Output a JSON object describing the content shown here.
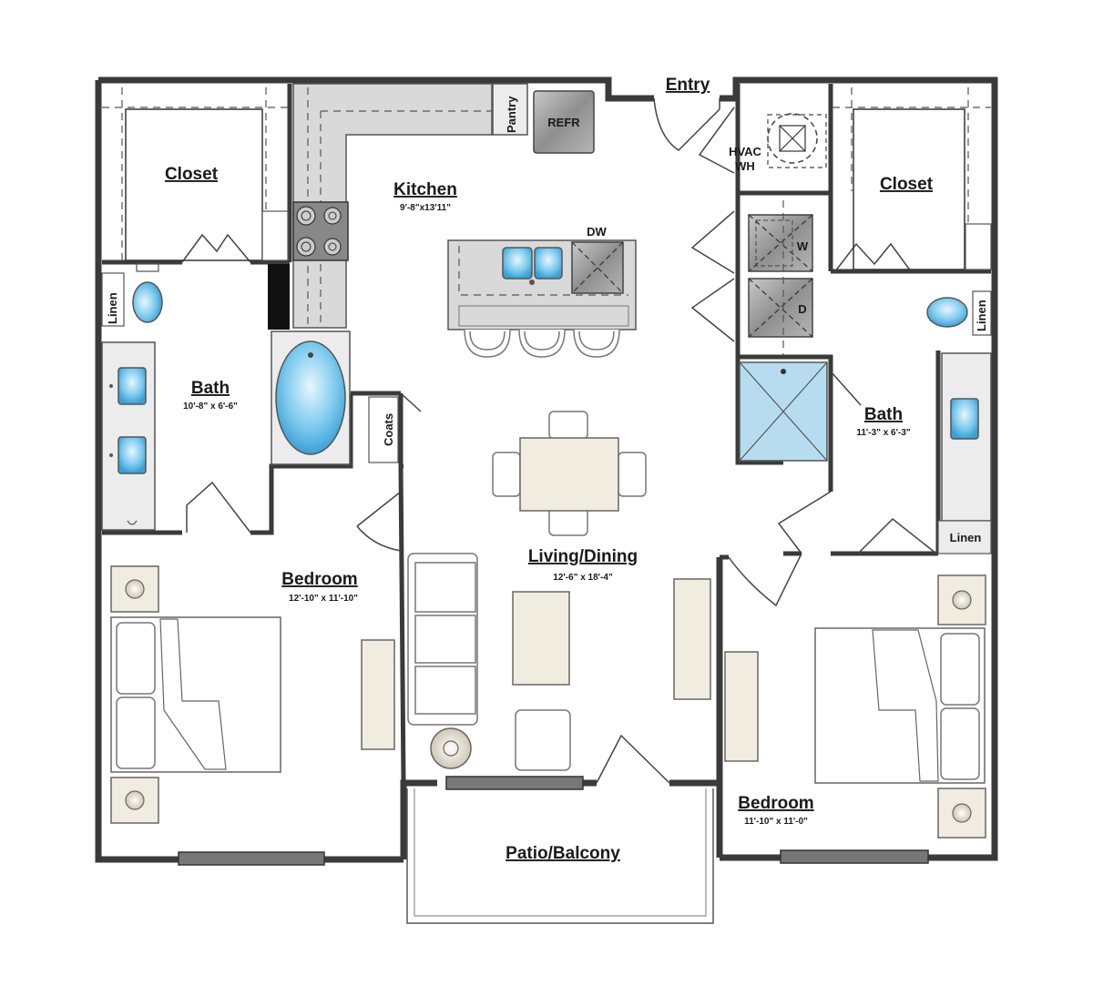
{
  "rooms": {
    "closet_left": "Closet",
    "closet_right": "Closet",
    "kitchen": "Kitchen",
    "kitchen_dim": "9'-8\"x13'11\"",
    "entry": "Entry",
    "bath_left": "Bath",
    "bath_left_dim": "10'-8\" x 6'-6\"",
    "bath_right": "Bath",
    "bath_right_dim": "11'-3\" x 6'-3\"",
    "living": "Living/Dining",
    "living_dim": "12'-6\"  x  18'-4\"",
    "bedroom_left": "Bedroom",
    "bedroom_left_dim": "12'-10\" x 11'-10\"",
    "bedroom_right": "Bedroom",
    "bedroom_right_dim": "11'-10\" x 11'-0\"",
    "patio": "Patio/Balcony"
  },
  "labels": {
    "pantry": "Pantry",
    "refr": "REFR",
    "dw": "DW",
    "hvac": "HVAC",
    "wh": "WH",
    "washer": "W",
    "dryer": "D",
    "linen_left": "Linen",
    "linen_right_upper": "Linen",
    "linen_right_lower": "Linen",
    "coats": "Coats"
  },
  "colors": {
    "wall": "#3a3a3a",
    "water": "#5ab4e0",
    "furniture": "#f1ece0",
    "counter": "#d9d9d9"
  }
}
